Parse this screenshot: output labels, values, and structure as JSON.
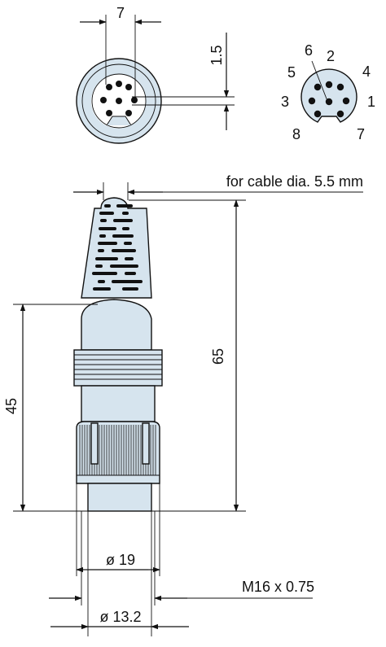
{
  "dimensions": {
    "front_pin_offset": "7",
    "front_key_depth": "1.5",
    "cable_note": "for cable dia. 5.5 mm",
    "total_length": "65",
    "body_length": "45",
    "outer_diameter": "ø 19",
    "thread": "M16 x 0.75",
    "inner_diameter": "ø 13.2"
  },
  "pinout": {
    "labels": [
      "1",
      "2",
      "3",
      "4",
      "5",
      "6",
      "7",
      "8"
    ]
  },
  "colors": {
    "body": "#d6e4ee",
    "outline": "#111111"
  }
}
